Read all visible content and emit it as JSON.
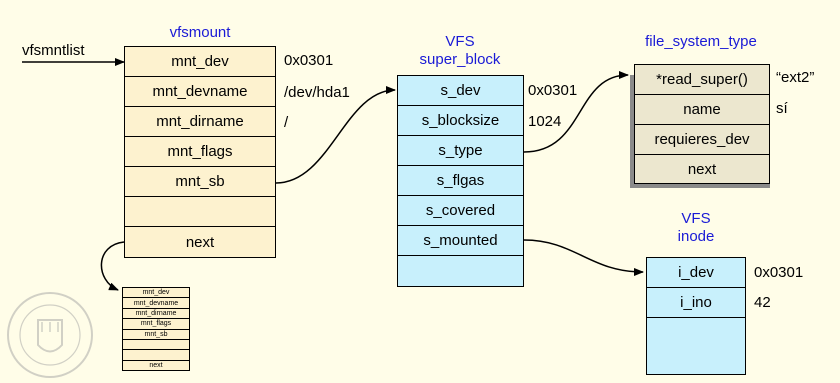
{
  "vfsmntlist_label": "vfsmntlist",
  "vfsmount": {
    "title": "vfsmount",
    "fields": [
      "mnt_dev",
      "mnt_devname",
      "mnt_dirname",
      "mnt_flags",
      "mnt_sb",
      "",
      "next"
    ],
    "values": [
      "0x0301",
      "/dev/hda1",
      "/"
    ]
  },
  "mini_vfsmount": {
    "fields": [
      "mnt_dev",
      "mnt_devname",
      "mnt_dirname",
      "mnt_flags",
      "mnt_sb",
      "",
      "",
      "next"
    ]
  },
  "super_block": {
    "title_line1": "VFS",
    "title_line2": "super_block",
    "fields": [
      "s_dev",
      "s_blocksize",
      "s_type",
      "s_flgas",
      "s_covered",
      "s_mounted",
      ""
    ],
    "values": [
      "0x0301",
      "1024"
    ]
  },
  "file_system_type": {
    "title": "file_system_type",
    "fields": [
      "*read_super()",
      "name",
      "requieres_dev",
      "next"
    ],
    "values": [
      "“ext2”",
      "sí"
    ]
  },
  "inode": {
    "title_line1": "VFS",
    "title_line2": "inode",
    "fields": [
      "i_dev",
      "i_ino",
      ""
    ],
    "values": [
      "0x0301",
      "42"
    ]
  },
  "colors": {
    "vfsmount_fill": "#fdf2cf",
    "super_block_fill": "#c8f0fc",
    "fst_fill": "#ece7cf",
    "inode_fill": "#c8f0fc",
    "title_color": "#1a1ad6",
    "background": "#fffde8"
  }
}
